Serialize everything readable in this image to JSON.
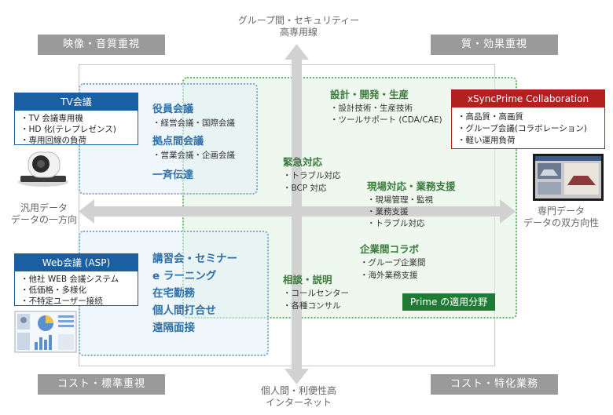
{
  "corners": {
    "top_left": "映像・音質重視",
    "top_right": "質・効果重視",
    "bottom_left": "コスト・標準重視",
    "bottom_right": "コスト・特化業務"
  },
  "axes": {
    "top_line1": "グループ間・セキュリティー",
    "top_line2": "高専用線",
    "bottom_line1": "個人間・利便性高",
    "bottom_line2": "インターネット",
    "left_line1": "汎用データ",
    "left_line2": "データの一方向",
    "right_line1": "専門データ",
    "right_line2": "データの双方向性"
  },
  "tv_box": {
    "title": "TV会議",
    "items": [
      "・TV 会議専用機",
      "・HD 化(テレプレゼンス)",
      "・専用回線の負荷"
    ]
  },
  "web_box": {
    "title": "Web会議 (ASP)",
    "items": [
      "・他社 WEB 会議システム",
      "・低価格・多様化",
      "・不特定ユーザー接続"
    ]
  },
  "xsync_box": {
    "title": "xSyncPrime Collaboration",
    "items": [
      "・高品質・高画質",
      "・グループ会議(コラボレーション)",
      "・軽い運用負荷"
    ]
  },
  "upper_left_zone": {
    "exec_title": "役員会議",
    "exec_sub": "・経営会議・国際会議",
    "base_title": "拠点間会議",
    "base_sub": "・営業会議・企画会議",
    "broadcast_title": "一斉伝達"
  },
  "lower_left_zone": {
    "items": [
      "講習会・セミナー",
      "e ラーニング",
      "在宅勤務",
      "個人間打合せ",
      "遠隔面接"
    ]
  },
  "green_zone": {
    "design_title": "設計・開発・生産",
    "design_sub1": "・設計技術・生産技術",
    "design_sub2": "・ツールサポート (CDA/CAE)",
    "emergency_title": "緊急対応",
    "emergency_sub1": "・トラブル対応",
    "emergency_sub2": "・BCP 対応",
    "field_title": "現場対応・業務支援",
    "field_sub1": "・現場管理・監視",
    "field_sub2": "・業務支援",
    "field_sub3": "・トラブル対応",
    "interco_title": "企業間コラボ",
    "interco_sub1": "・グループ企業間",
    "interco_sub2": "・海外業務支援",
    "consult_title": "相談・説明",
    "consult_sub1": "・コールセンター",
    "consult_sub2": "・各種コンサル",
    "badge": "Prime の適用分野"
  },
  "colors": {
    "corner_gray": "#9a9a9a",
    "blue_accent": "#1a5fa2",
    "red_accent": "#b32020",
    "green_accent": "#1f7a33"
  }
}
